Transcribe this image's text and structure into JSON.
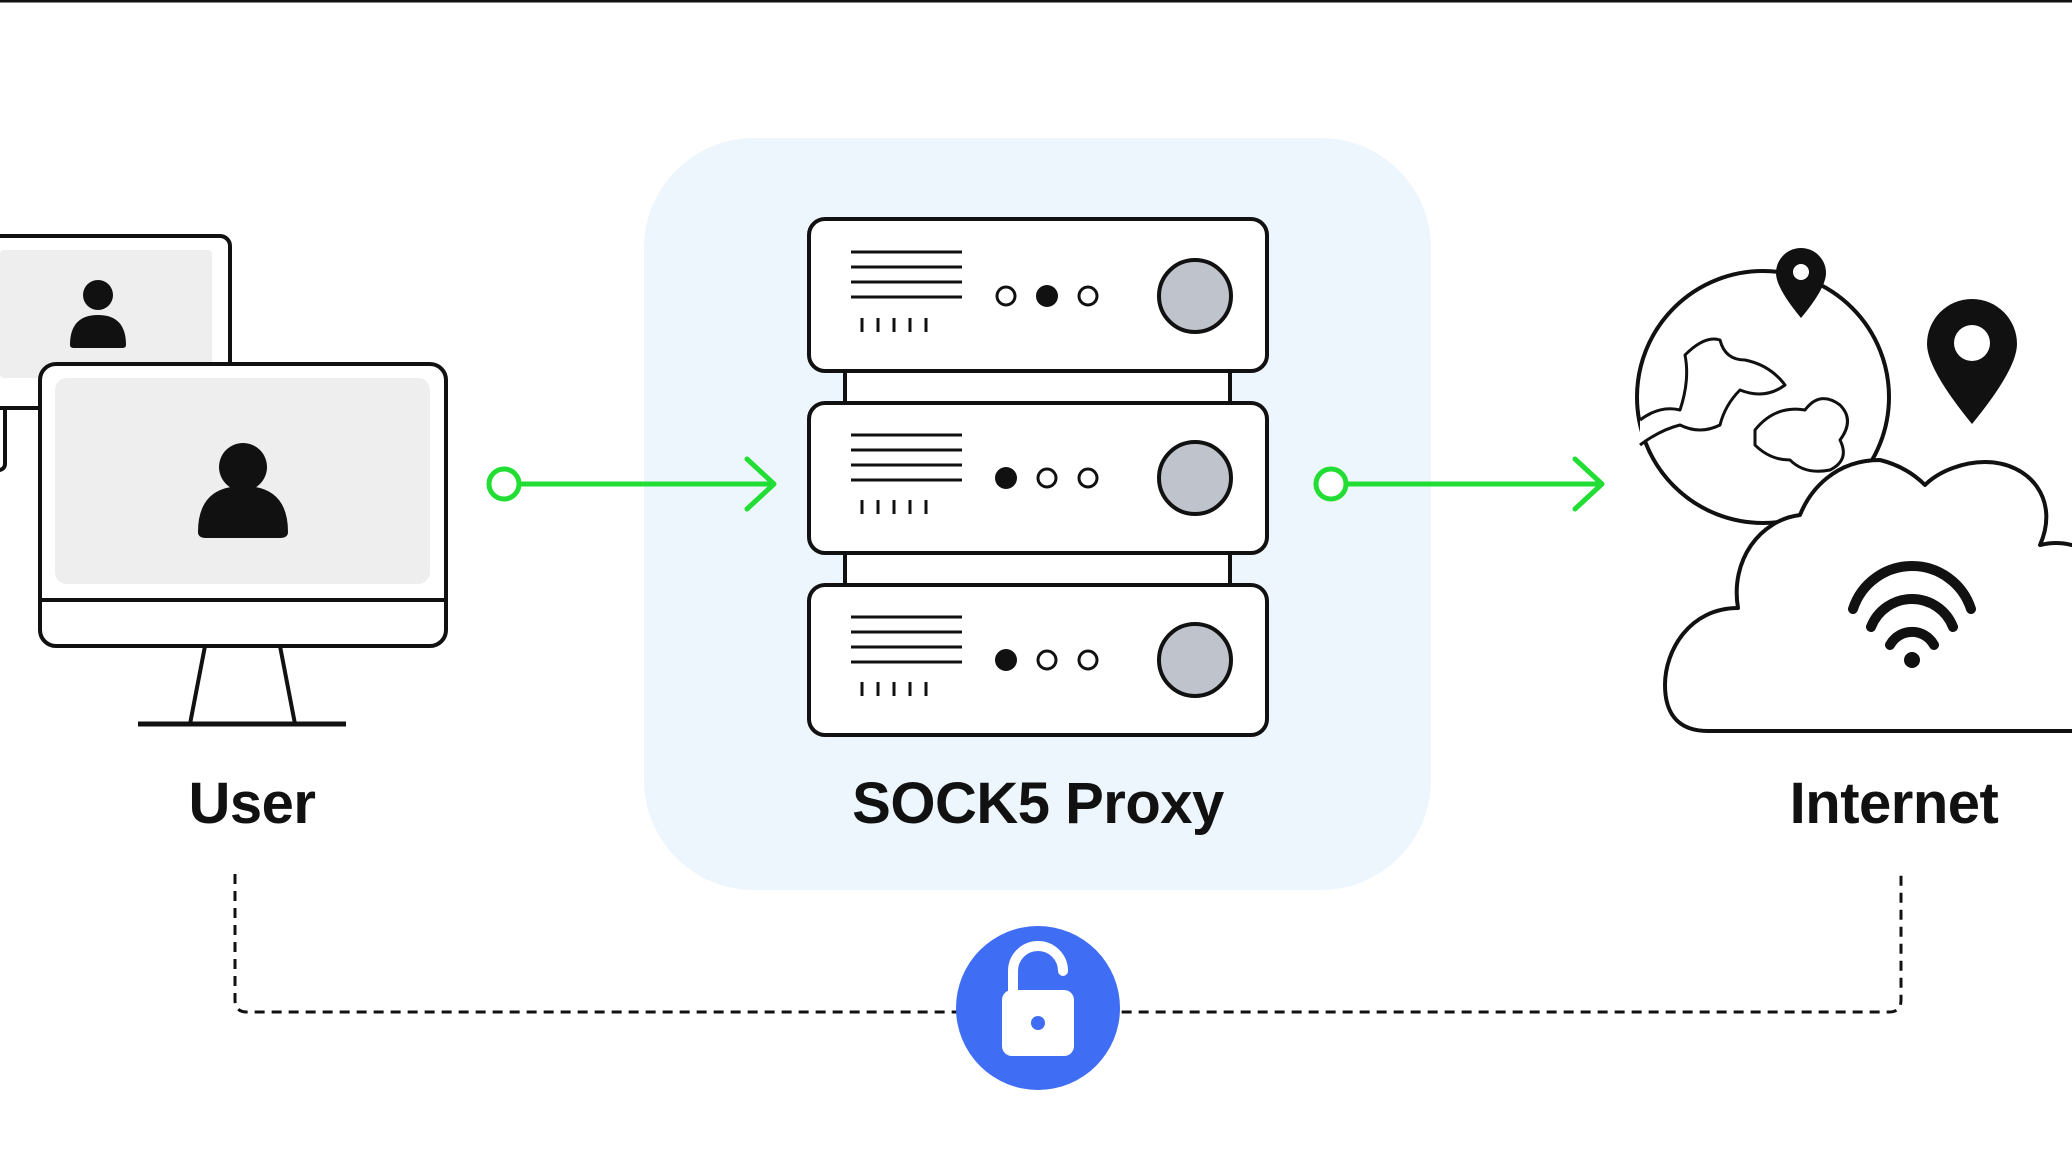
{
  "nodes": {
    "user": {
      "label": "User"
    },
    "proxy": {
      "label": "SOCK5 Proxy"
    },
    "internet": {
      "label": "Internet"
    }
  },
  "icons": {
    "user": "computer-monitor-and-tablet-with-person-icons",
    "proxy": "server-rack-icon",
    "internet": "globe-with-map-pins-and-cloud-wifi-icon",
    "connection": "open-padlock-icon"
  },
  "colors": {
    "arrow": "#22dd33",
    "proxy_panel": "#eef6fd",
    "lock_badge": "#3f6df3",
    "server_knob": "#bfc4cc",
    "screen_fill": "#eeeeee",
    "outline": "#111111"
  }
}
